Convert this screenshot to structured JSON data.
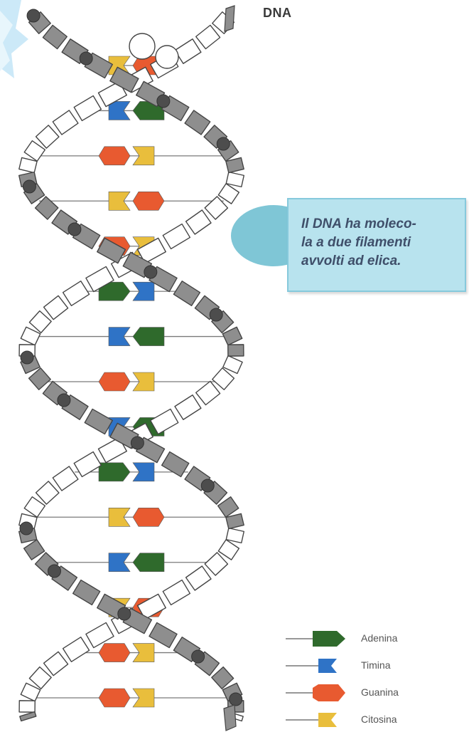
{
  "title": "DNA",
  "callout": {
    "lines": [
      "Il DNA ha moleco-",
      "la a due filamenti",
      "avvolti ad elica."
    ]
  },
  "legend": {
    "items": [
      {
        "label": "Adenina",
        "shape": "adenine-pentagon",
        "color": "#2f6a2c"
      },
      {
        "label": "Timina",
        "shape": "thymine-notch",
        "color": "#2f73c6"
      },
      {
        "label": "Guanina",
        "shape": "guanine-hexagon",
        "color": "#e85a30"
      },
      {
        "label": "Citosina",
        "shape": "cytosine-notch",
        "color": "#e9be3c"
      }
    ]
  },
  "colors": {
    "adenine": "#2f6a2c",
    "thymine": "#2f73c6",
    "guanine": "#e85a30",
    "cytosine": "#e9be3c",
    "front_strand": "#8e8e8e",
    "phosphate": "#4d4d4d",
    "back_strand": "#ffffff",
    "callout_fill": "#b8e3ee",
    "callout_bubble": "#7fc6d6"
  },
  "base_pairs": [
    {
      "left": "cytosine",
      "right": "guanine"
    },
    {
      "left": "thymine",
      "right": "adenine"
    },
    {
      "left": "guanine",
      "right": "cytosine"
    },
    {
      "left": "cytosine",
      "right": "guanine"
    },
    {
      "left": "guanine",
      "right": "cytosine"
    },
    {
      "left": "adenine",
      "right": "thymine"
    },
    {
      "left": "thymine",
      "right": "adenine"
    },
    {
      "left": "guanine",
      "right": "cytosine"
    },
    {
      "left": "thymine",
      "right": "adenine"
    },
    {
      "left": "adenine",
      "right": "thymine"
    },
    {
      "left": "cytosine",
      "right": "guanine"
    },
    {
      "left": "thymine",
      "right": "adenine"
    },
    {
      "left": "cytosine",
      "right": "guanine"
    },
    {
      "left": "guanine",
      "right": "cytosine"
    },
    {
      "left": "guanine",
      "right": "cytosine"
    }
  ]
}
